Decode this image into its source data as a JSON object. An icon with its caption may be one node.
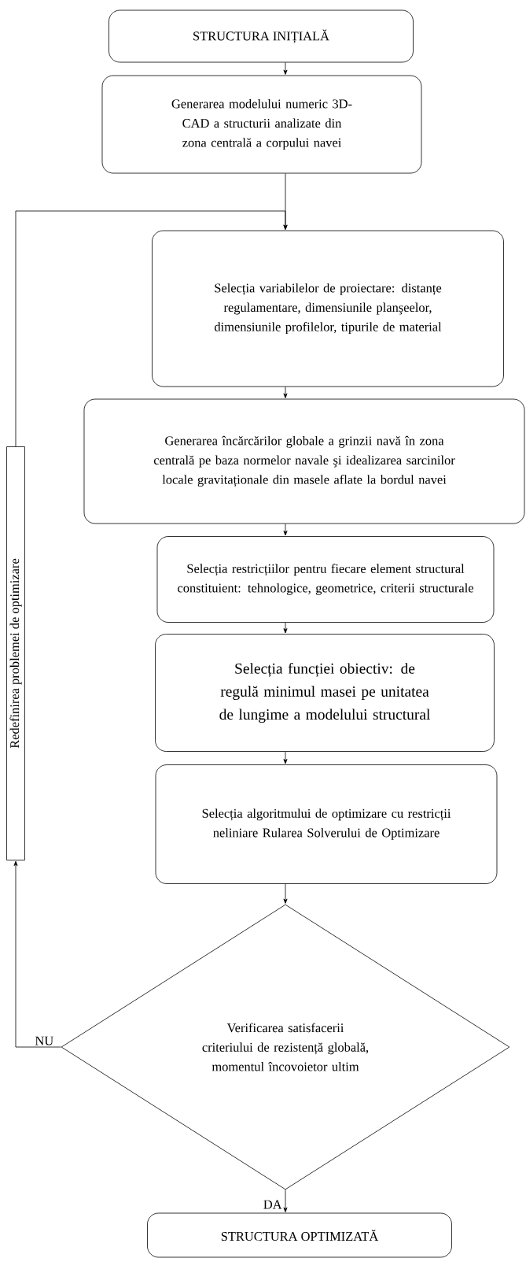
{
  "diagram": {
    "nodes": [
      {
        "text": [
          "STRUCTURA INIȚIALĂ"
        ]
      },
      {
        "text": [
          "Generarea modelului numeric 3D-CAD a structurii analizate din zona centrală a corpului navei"
        ]
      },
      {
        "text": [
          "Selecția variabilelor de proiectare: distanțe regulamentare, dimensiunile planşeelor, dimensiunile profilelor, tipurile de material"
        ]
      },
      {
        "text": [
          "Generarea încărcărilor globale a grinzii navă în zona centrală pe baza normelor navale şi idealizarea sarcinilor locale gravitaționale din masele aflate la bordul navei"
        ]
      },
      {
        "text": [
          "Selecția restricțiilor pentru fiecare element structural constituient: tehnologice, geometrice, criterii structurale"
        ]
      },
      {
        "text": [
          "Selecția funcției obiectiv: de regulă minimul masei pe unitatea de lungime a modelului structural"
        ]
      },
      {
        "text": [
          "Selecția algoritmului de optimizare cu restricții neliniare Rularea Solverului de Optimizare"
        ]
      },
      {
        "text": [
          "Verificarea satisfacerii criteriului de rezistență globală, momentul încovoietor ultim"
        ]
      },
      {
        "text": [
          "STRUCTURA OPTIMIZATĂ"
        ]
      },
      {
        "text": [
          "Redefinirea problemei de optimizare"
        ]
      }
    ],
    "edges": [
      {
        "from": 0,
        "to": 1,
        "arrow": "to"
      },
      {
        "from": 1,
        "to": 2,
        "arrow": "to"
      },
      {
        "from": 2,
        "to": 3,
        "arrow": "to"
      },
      {
        "from": 3,
        "to": 4,
        "arrow": "to"
      },
      {
        "from": 4,
        "to": 5,
        "arrow": "to"
      },
      {
        "from": 5,
        "to": 6,
        "arrow": "to"
      },
      {
        "from": 6,
        "to": 7,
        "arrow": "to"
      },
      {
        "from": 7,
        "to": 8,
        "arrow": "to",
        "label": "DA"
      },
      {
        "from": 7,
        "to": 9,
        "arrow": "to",
        "label": "NU"
      },
      {
        "from": 9,
        "to": 2,
        "arrow": "to"
      }
    ]
  }
}
